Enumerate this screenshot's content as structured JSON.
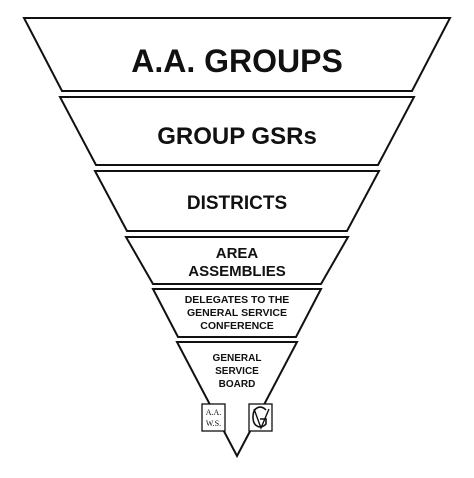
{
  "levels": [
    {
      "lines": [
        "A.A. GROUPS"
      ]
    },
    {
      "lines": [
        "GROUP GSRs"
      ]
    },
    {
      "lines": [
        "DISTRICTS"
      ]
    },
    {
      "lines": [
        "AREA",
        "ASSEMBLIES"
      ]
    },
    {
      "lines": [
        "DELEGATES TO THE",
        "GENERAL SERVICE",
        "CONFERENCE"
      ]
    },
    {
      "lines": [
        "GENERAL",
        "SERVICE",
        "BOARD"
      ]
    }
  ],
  "bottom_logos": {
    "aaws": {
      "lines": [
        "A.A.",
        "W.S."
      ]
    },
    "grapevine": {
      "lettering": "G V"
    }
  },
  "colors": {
    "stroke": "#111111",
    "fill": "#ffffff",
    "text": "#111111"
  }
}
